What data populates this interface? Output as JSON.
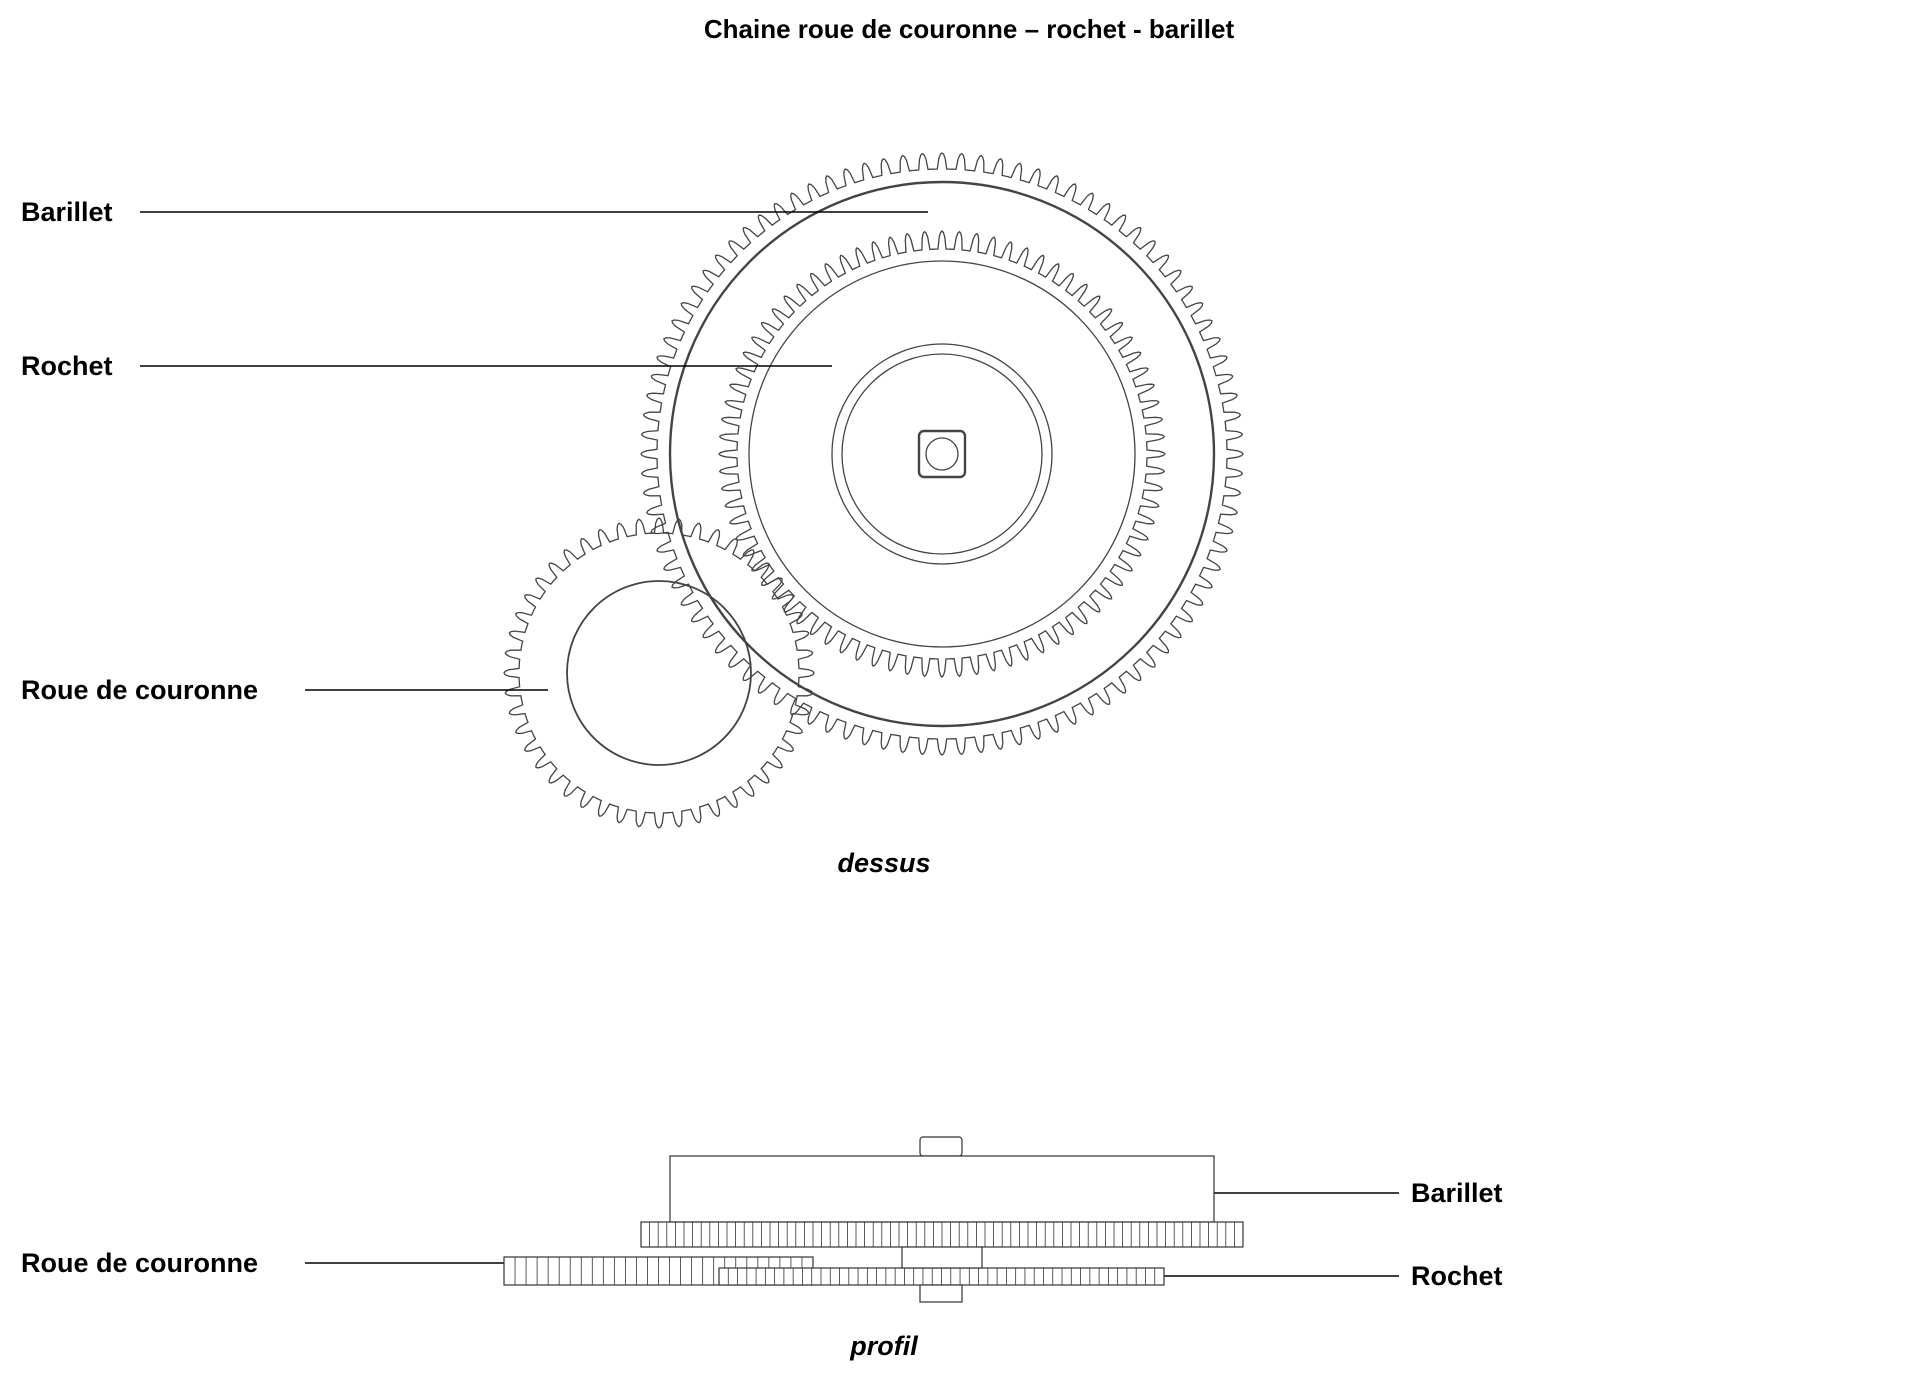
{
  "title": "Chaine roue de couronne – rochet - barillet",
  "top_view": {
    "caption": "dessus",
    "labels": {
      "barillet": "Barillet",
      "rochet": "Rochet",
      "roue_de_couronne": "Roue de couronne"
    }
  },
  "profile_view": {
    "caption": "profil",
    "labels": {
      "barillet": "Barillet",
      "rochet": "Rochet",
      "roue_de_couronne": "Roue de couronne"
    }
  }
}
